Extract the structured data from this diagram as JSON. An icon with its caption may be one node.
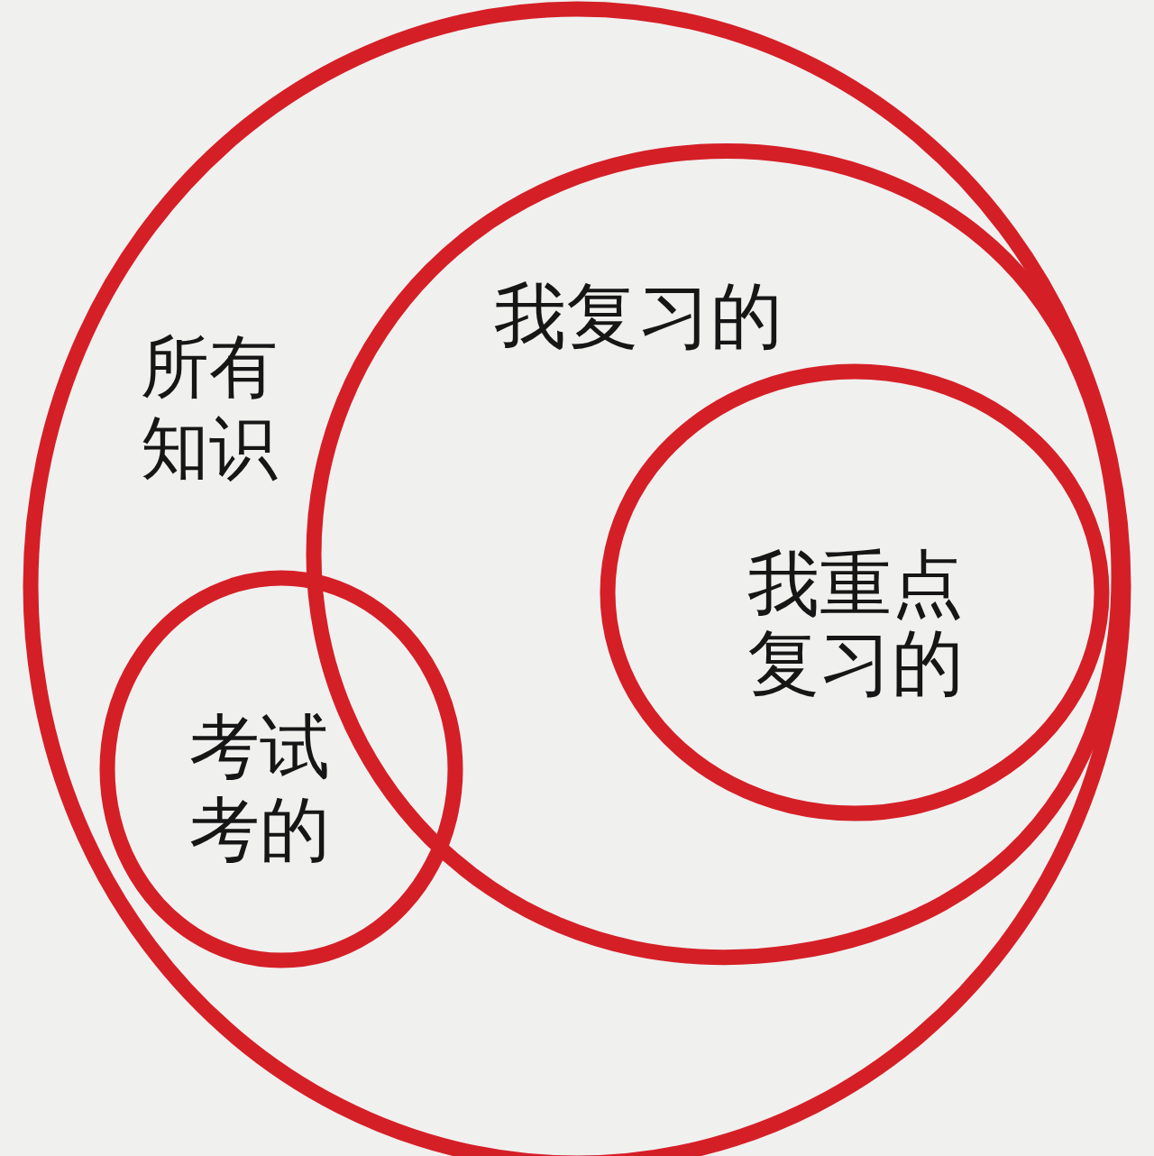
{
  "diagram": {
    "nodes": [
      {
        "text": [
          "所有知识"
        ]
      },
      {
        "text": [
          "我复习的"
        ],
        "in": 0
      },
      {
        "text": [
          "我重点复习的"
        ],
        "in": 1
      },
      {
        "text": [
          "考试考的"
        ],
        "in": 0
      }
    ]
  }
}
